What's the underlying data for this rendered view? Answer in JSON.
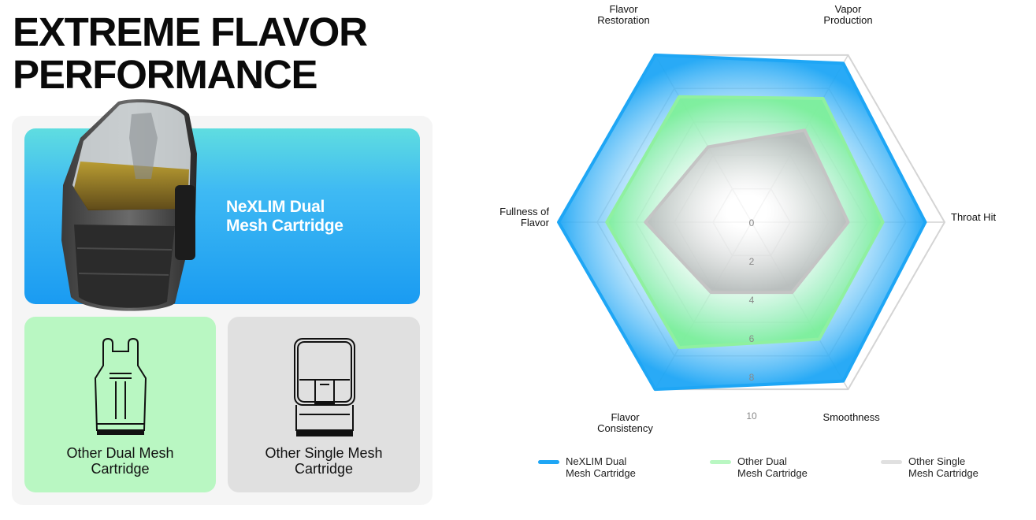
{
  "headline": "EXTREME FLAVOR\nPERFORMANCE",
  "cards": {
    "main_label": "NeXLIM Dual\nMesh Cartridge",
    "dual_label": "Other Dual Mesh\nCartridge",
    "single_label": "Other Single Mesh\nCartridge"
  },
  "colors": {
    "nexlim": "#1ea6f5",
    "dual": "#b9f7c2",
    "single": "#e0e0e0"
  },
  "chart_data": {
    "type": "radar",
    "axes": [
      "Flavor\nRestoration",
      "Vapor\nProduction",
      "Throat Hit",
      "Smoothness",
      "Flavor\nConsistency",
      "Fullness of\nFlavor"
    ],
    "range": [
      0,
      10
    ],
    "ticks": [
      "0",
      "2",
      "4",
      "6",
      "8",
      "10"
    ],
    "series": [
      {
        "name": "NeXLIM Dual\nMesh Cartridge",
        "color": "#1ea6f5",
        "values": [
          10,
          9.5,
          9,
          9.5,
          10,
          10
        ]
      },
      {
        "name": "Other Dual\nMesh Cartridge",
        "color": "#8ff0a0",
        "values": [
          7.5,
          7.4,
          6.8,
          7,
          7.5,
          7.5
        ]
      },
      {
        "name": "Other Single\nMesh Cartridge",
        "color": "#c8c8c8",
        "values": [
          4.5,
          5.5,
          5,
          4.2,
          4.2,
          5.5
        ]
      }
    ]
  }
}
